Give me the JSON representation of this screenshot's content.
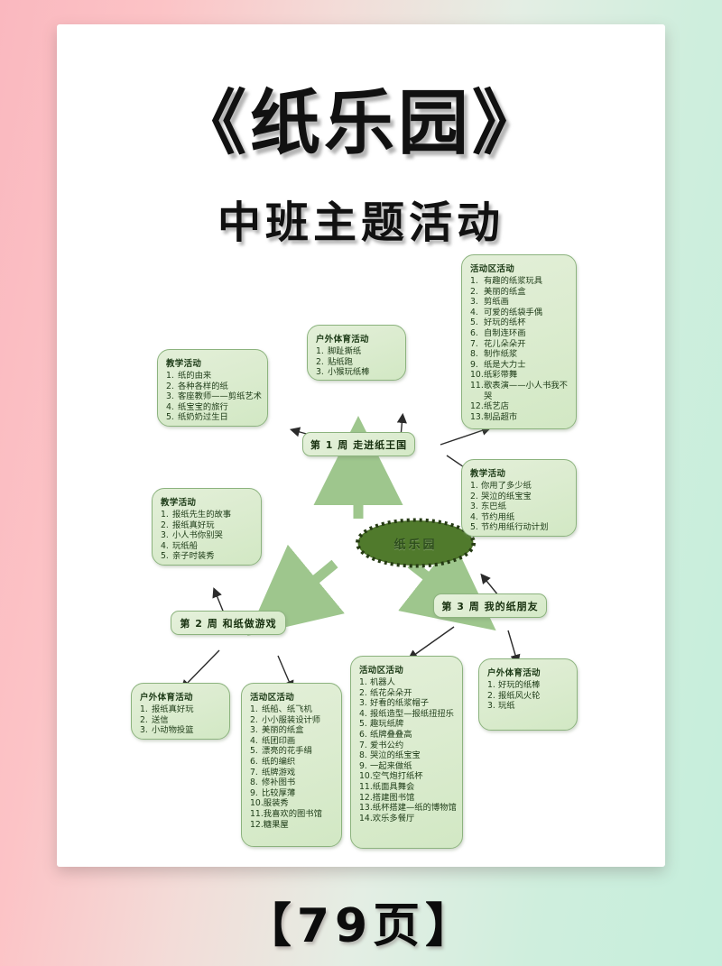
{
  "poster": {
    "title_main": "《纸乐园》",
    "title_sub": "中班主题活动",
    "page_count": "【79页】",
    "center_node": "纸乐园",
    "accent_green": "#8cb37e",
    "box_fill": "#dcecd0",
    "center_fill": "#4a7128",
    "bg_left": "#fab8bf",
    "bg_right": "#c5eedc"
  },
  "weeks": {
    "week1": "第 1 周  走进纸王国",
    "week2": "第 2 周  和纸做游戏",
    "week3": "第 3 周  我的纸朋友"
  },
  "boxes": {
    "w1_teaching": {
      "title": "教学活动",
      "items": [
        "纸的由来",
        "各种各样的纸",
        "客座教师——剪纸艺术",
        "纸宝宝的旅行",
        "纸奶奶过生日"
      ]
    },
    "w1_outdoor": {
      "title": "户外体育活动",
      "items": [
        "脚趾撕纸",
        "贴纸跑",
        "小猴玩纸棒"
      ]
    },
    "w1_area": {
      "title": "活动区活动",
      "items": [
        "有趣的纸浆玩具",
        "美丽的纸盒",
        "剪纸画",
        "可爱的纸袋手偶",
        "好玩的纸杯",
        "自制连环画",
        "花儿朵朵开",
        "制作纸浆",
        "纸是大力士",
        "纸彩带舞",
        "歌表演——小人书我不哭",
        "纸艺店",
        "制品超市"
      ]
    },
    "w2_teaching": {
      "title": "教学活动",
      "items": [
        "报纸先生的故事",
        "报纸真好玩",
        "小人书你别哭",
        "玩纸船",
        "亲子时装秀"
      ]
    },
    "w2_outdoor": {
      "title": "户外体育活动",
      "items": [
        "报纸真好玩",
        "送信",
        "小动物投篮"
      ]
    },
    "w2_area": {
      "title": "活动区活动",
      "items": [
        "纸船、纸飞机",
        "小小服装设计师",
        "美丽的纸盒",
        "纸团印画",
        "漂亮的花手绢",
        "纸的编织",
        "纸牌游戏",
        "修补图书",
        "比较厚薄",
        "服装秀",
        "我喜欢的图书馆",
        "糖果屋"
      ]
    },
    "w3_teaching": {
      "title": "教学活动",
      "items": [
        "你用了多少纸",
        "哭泣的纸宝宝",
        "东巴纸",
        "节约用纸",
        "节约用纸行动计划"
      ]
    },
    "w3_outdoor": {
      "title": "户外体育活动",
      "items": [
        "好玩的纸棒",
        "报纸风火轮",
        "玩纸"
      ]
    },
    "w3_area": {
      "title": "活动区活动",
      "items": [
        "机器人",
        "纸花朵朵开",
        "好看的纸浆帽子",
        "报纸造型—报纸扭扭乐",
        "趣玩纸牌",
        "纸牌叠叠高",
        "爱书公约",
        "哭泣的纸宝宝",
        "一起来做纸",
        "空气炮打纸杯",
        "纸面具舞会",
        "搭建图书馆",
        "纸杯搭建—纸的博物馆",
        "欢乐多餐厅"
      ]
    }
  }
}
